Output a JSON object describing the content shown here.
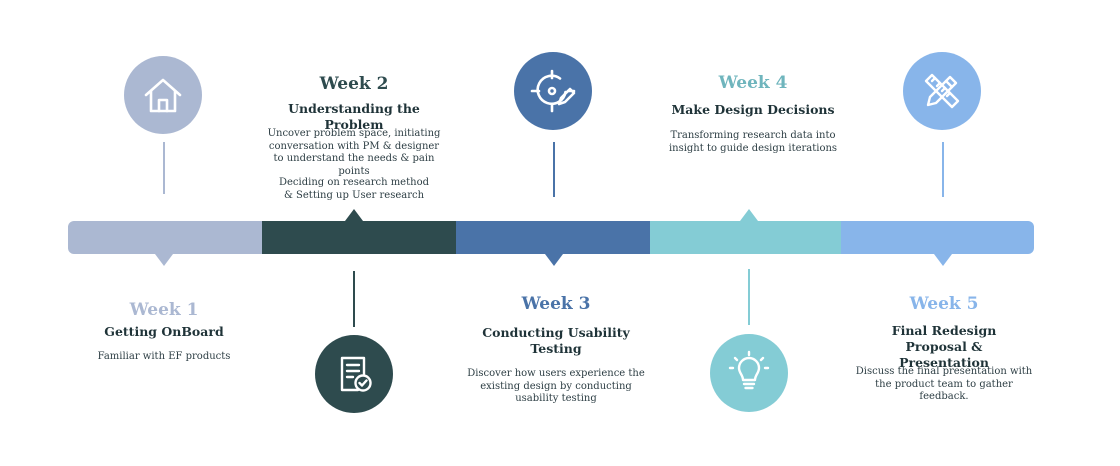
{
  "colors": {
    "week1": "#abb8d2",
    "week2": "#2e4b4e",
    "week3": "#4a73a8",
    "week4": "#84ccd5",
    "week5": "#88b5ea",
    "week4_label": "#6fb5bd"
  },
  "weeks": [
    {
      "label": "Week 1",
      "title": "Getting OnBoard",
      "desc": "Familiar with EF products",
      "icon": "home-icon"
    },
    {
      "label": "Week 2",
      "title": "Understanding the Problem",
      "desc1": "Uncover problem space, initiating conversation with PM & designer to understand the needs & pain points",
      "desc2": "Deciding on research method & Setting up User research",
      "icon": "checklist-document-icon"
    },
    {
      "label": "Week 3",
      "title": "Conducting Usability Testing",
      "desc": "Discover how users experience the existing design by conducting usability testing",
      "icon": "target-pencil-icon"
    },
    {
      "label": "Week 4",
      "title": "Make Design Decisions",
      "desc": "Transforming research data into insight to guide design iterations",
      "icon": "lightbulb-icon"
    },
    {
      "label": "Week 5",
      "title": "Final Redesign Proposal & Presentation",
      "desc": "Discuss the final presentation with the product team to gather feedback.",
      "icon": "pencil-ruler-icon"
    }
  ]
}
